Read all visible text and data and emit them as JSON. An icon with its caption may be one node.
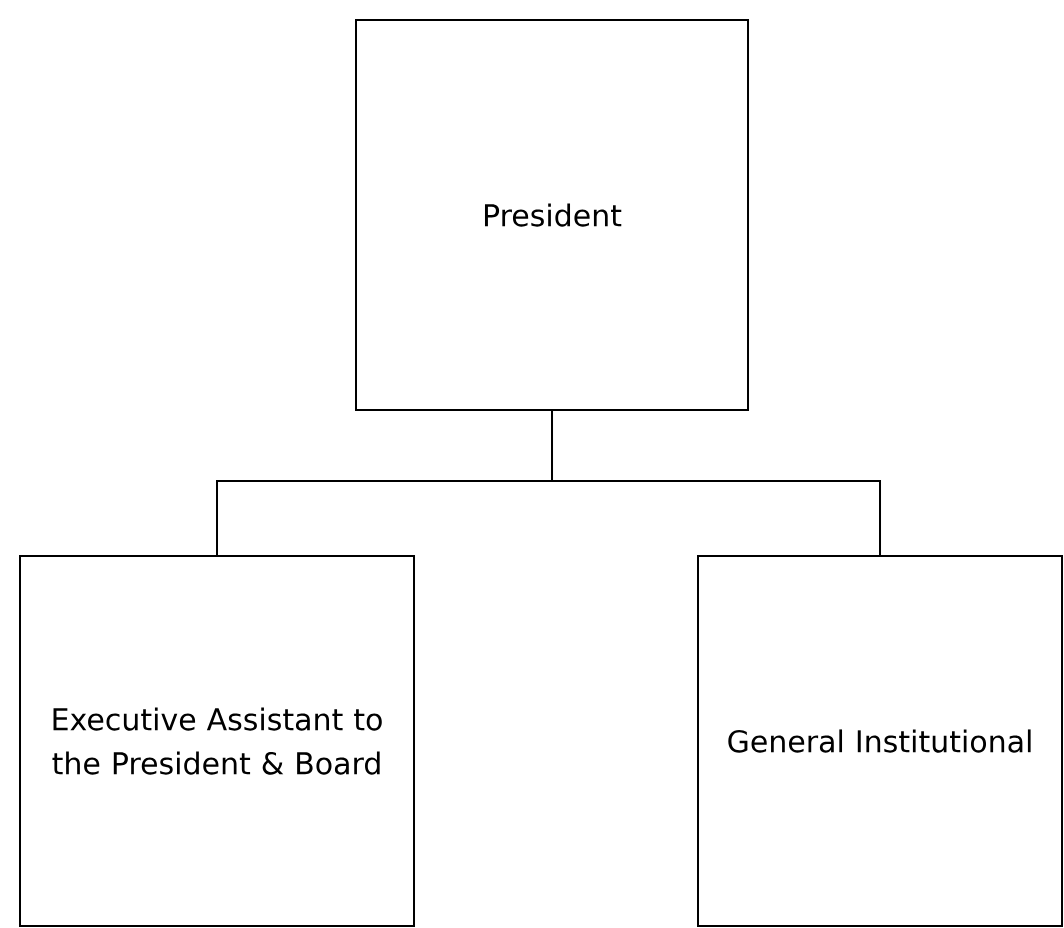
{
  "diagram": {
    "nodes": [
      {
        "text": [
          "President"
        ]
      },
      {
        "text": [
          "Executive Assistant to the President & Board"
        ]
      },
      {
        "text": [
          "General Institutional"
        ]
      }
    ],
    "edges": [
      {
        "from": 0,
        "to": 1,
        "arrow": "none"
      },
      {
        "from": 0,
        "to": 2,
        "arrow": "none"
      }
    ]
  }
}
